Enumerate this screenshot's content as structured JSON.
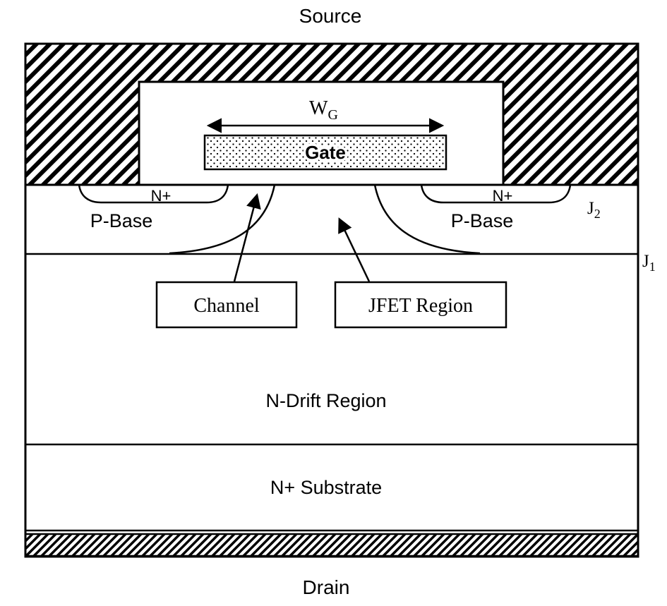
{
  "colors": {
    "ink": "#000000",
    "background": "#ffffff"
  },
  "labels": {
    "source": "Source",
    "drain": "Drain",
    "gate": "Gate",
    "gate_width_main": "W",
    "gate_width_sub": "G",
    "n_plus_left": "N+",
    "n_plus_right": "N+",
    "p_base_left": "P-Base",
    "p_base_right": "P-Base",
    "junction1_main": "J",
    "junction1_sub": "1",
    "junction2_main": "J",
    "junction2_sub": "2",
    "channel": "Channel",
    "jfet_region": "JFET Region",
    "n_drift_region": "N-Drift Region",
    "n_substrate": "N+ Substrate"
  }
}
